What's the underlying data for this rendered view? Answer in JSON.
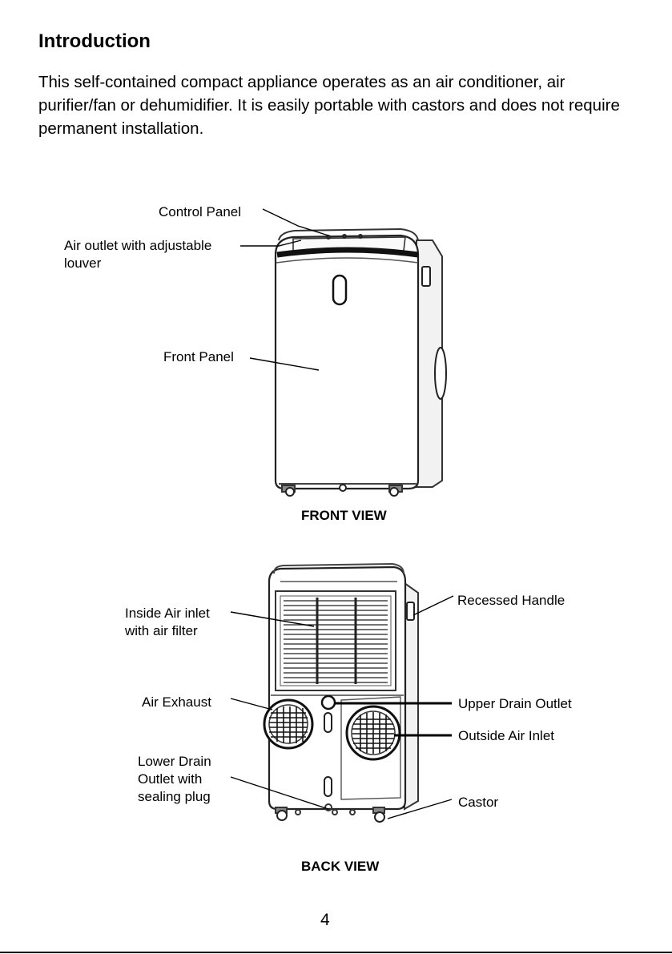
{
  "heading": "Introduction",
  "intro_text": "This self-contained compact appliance operates as an air conditioner, air purifier/fan or dehumidifier. It is easily portable with castors and does not require permanent installation.",
  "front_view": {
    "caption": "FRONT VIEW",
    "labels": {
      "control_panel": "Control Panel",
      "air_outlet": "Air outlet with adjustable louver",
      "front_panel": "Front Panel"
    }
  },
  "back_view": {
    "caption": "BACK VIEW",
    "labels": {
      "inside_air_inlet": "Inside Air inlet with air filter",
      "air_exhaust": "Air Exhaust",
      "lower_drain": "Lower Drain Outlet with sealing plug",
      "recessed_handle": "Recessed Handle",
      "upper_drain": "Upper Drain Outlet",
      "outside_air_inlet": "Outside Air Inlet",
      "castor": "Castor"
    }
  },
  "page_number": "4"
}
